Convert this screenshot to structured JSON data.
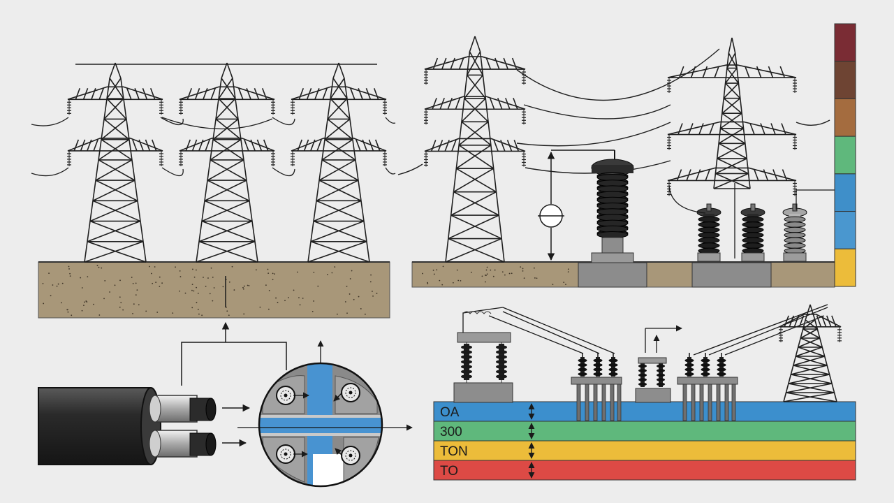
{
  "layer_bands": [
    {
      "label": "OA",
      "color": "#3c8fcd"
    },
    {
      "label": "300",
      "color": "#5fb87c"
    },
    {
      "label": "TON",
      "color": "#ecbc3a"
    },
    {
      "label": "TO",
      "color": "#dd4a45"
    }
  ],
  "color_scale": [
    "#7a2c34",
    "#6e4433",
    "#a46c3f",
    "#5fb87c",
    "#3f8fc9",
    "#4a97cf",
    "#ecbc3a"
  ],
  "colors": {
    "soil": "#a89779",
    "line": "#1f1f1f",
    "cable_jacket": "#2e2e2e",
    "joint_blue": "#4893d1",
    "joint_gray": "#8a8a8a"
  }
}
